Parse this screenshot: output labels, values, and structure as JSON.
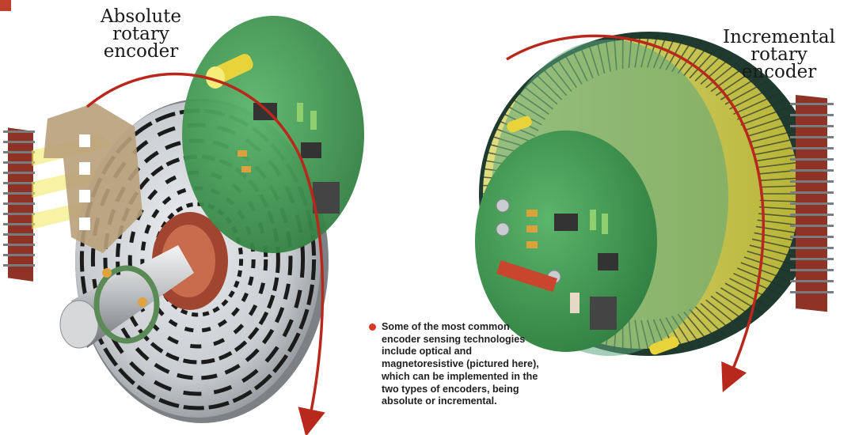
{
  "absolute_encoder": {
    "title_lines": [
      "Absolute",
      "rotary",
      "encoder"
    ]
  },
  "incremental_encoder": {
    "title_lines": [
      "Incremental",
      "rotary",
      "encoder"
    ]
  },
  "caption": {
    "text": "Some of the most common encoder sensing technologies include optical and magnetoresistive (pictured here), which can be implemented in the two types of encoders, being absolute or incremental."
  },
  "colors": {
    "rotation_arrow": "#b8281c",
    "pcb_green": "#3f9a52",
    "code_disc_silver": "#c9ccd0",
    "yellow_light": "#f2e85a",
    "sensor_red": "#c0402c",
    "bullet": "#d63a22"
  }
}
